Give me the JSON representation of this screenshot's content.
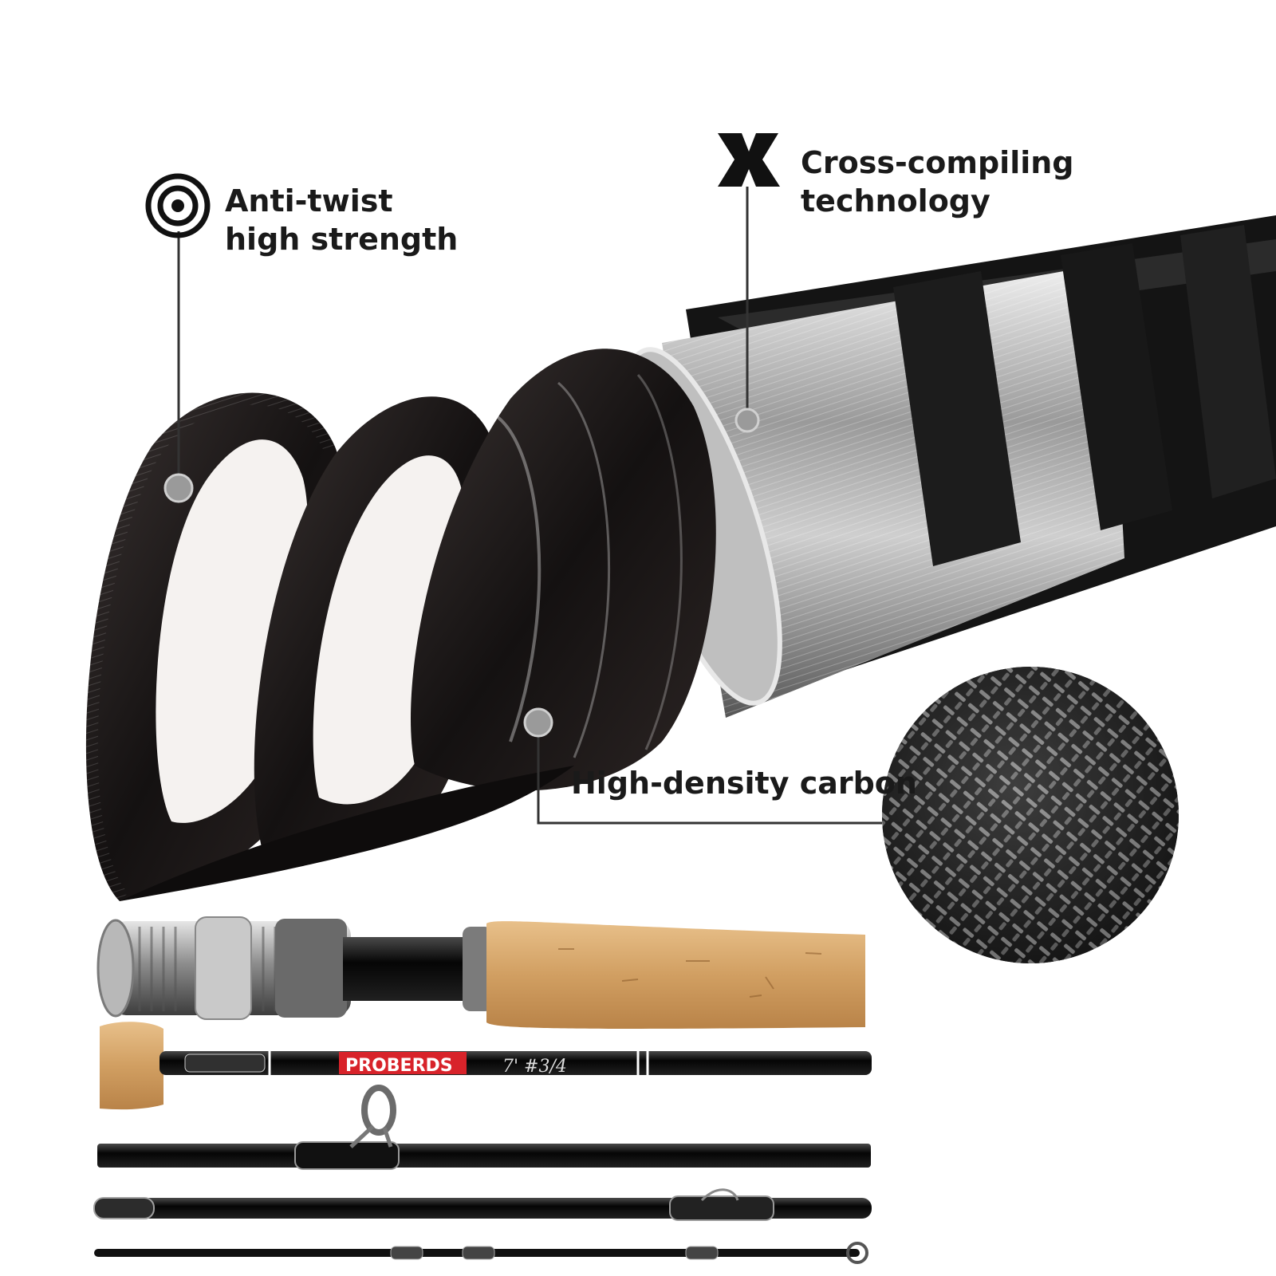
{
  "callouts": {
    "anti_twist": {
      "line1": "Anti-twist",
      "line2": "high strength",
      "icon": "target-icon"
    },
    "cross_compiling": {
      "line1": "Cross-compiling",
      "line2": "technology",
      "icon": "x-icon"
    },
    "high_density": {
      "label": "High-density carbon"
    }
  },
  "rod": {
    "brand": "PROBERDS",
    "spec": "7' #3/4",
    "brand_color": "#d8232a",
    "cork_color": "#d6a66c"
  }
}
